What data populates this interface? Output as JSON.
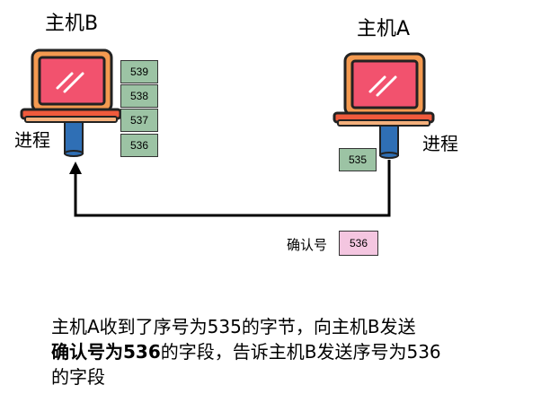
{
  "host_b": {
    "label": "主机B",
    "process_label": "进程"
  },
  "host_a": {
    "label": "主机A",
    "process_label": "进程"
  },
  "buffer_b": {
    "segments": [
      "539",
      "538",
      "537",
      "536"
    ]
  },
  "segment_a": "535",
  "ack": {
    "label": "确认号",
    "value": "536"
  },
  "caption": {
    "part1": "主机A收到了序号为535的字节，向主机B发送",
    "bold": "确认号为536",
    "part2": "的字段，告诉主机B发送序号为536",
    "part3": "的字段"
  },
  "colors": {
    "laptop_orange": "#f49a50",
    "screen_pink": "#f2526e",
    "base_red": "#f05a3c",
    "pipe_blue": "#2f6fb5",
    "segment_green": "#9cc3a4",
    "ack_pink": "#f4c6e0"
  }
}
